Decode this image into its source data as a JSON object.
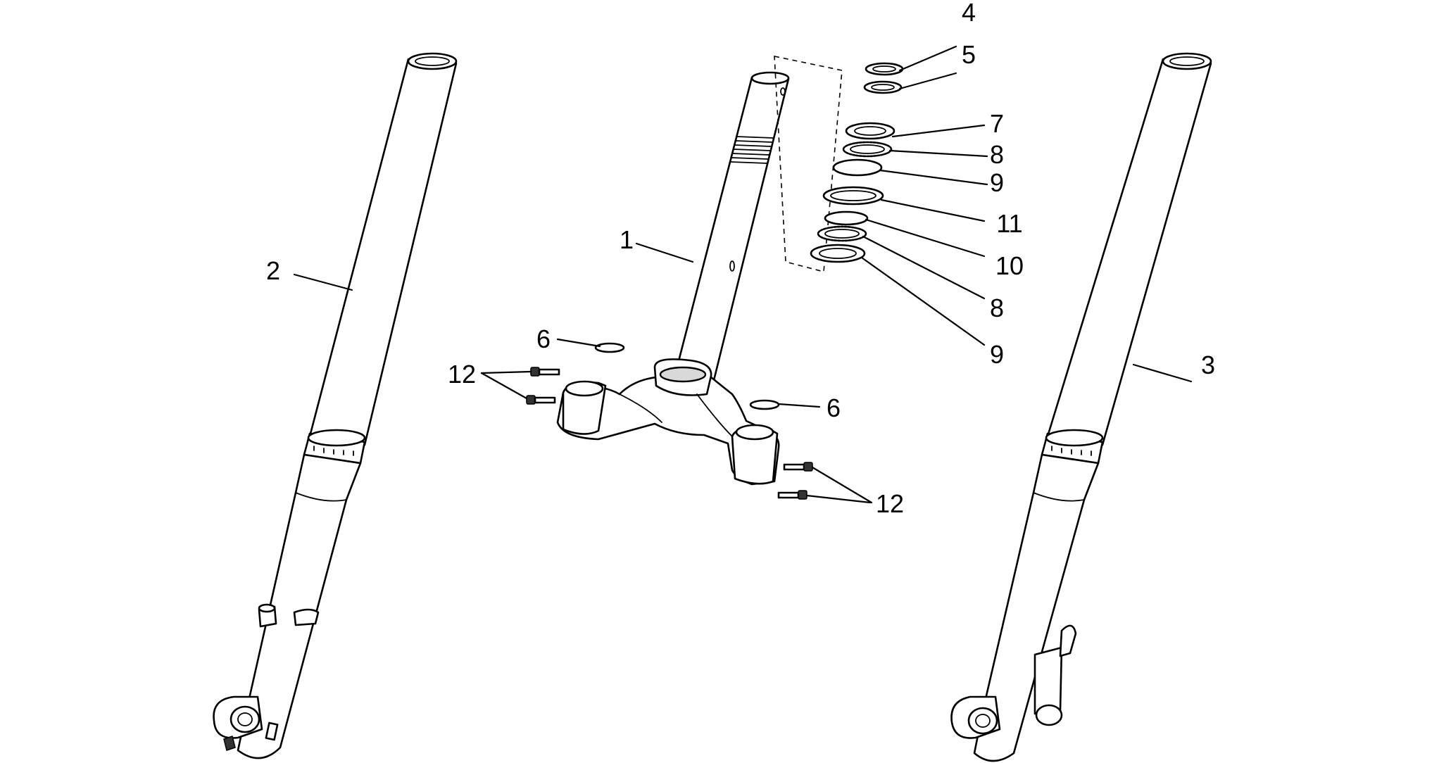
{
  "diagram": {
    "callouts": [
      {
        "id": "c1",
        "text": "1",
        "part": "steering stem"
      },
      {
        "id": "c2",
        "text": "2",
        "part": "left fork leg"
      },
      {
        "id": "c3",
        "text": "3",
        "part": "right fork leg"
      },
      {
        "id": "c4",
        "text": "4",
        "part": "ring nut"
      },
      {
        "id": "c5",
        "text": "5",
        "part": "washer"
      },
      {
        "id": "c6a",
        "text": "6",
        "part": "plug"
      },
      {
        "id": "c6b",
        "text": "6",
        "part": "plug"
      },
      {
        "id": "c7",
        "text": "7",
        "part": "upper race"
      },
      {
        "id": "c8a",
        "text": "8",
        "part": "ball bearing"
      },
      {
        "id": "c9a",
        "text": "9",
        "part": "lower race"
      },
      {
        "id": "c11",
        "text": "11",
        "part": "dust seal"
      },
      {
        "id": "c10",
        "text": "10",
        "part": "race"
      },
      {
        "id": "c8b",
        "text": "8",
        "part": "ball bearing"
      },
      {
        "id": "c9b",
        "text": "9",
        "part": "race"
      },
      {
        "id": "c12a",
        "text": "12",
        "part": "screws"
      },
      {
        "id": "c12b",
        "text": "12",
        "part": "screws"
      }
    ]
  }
}
